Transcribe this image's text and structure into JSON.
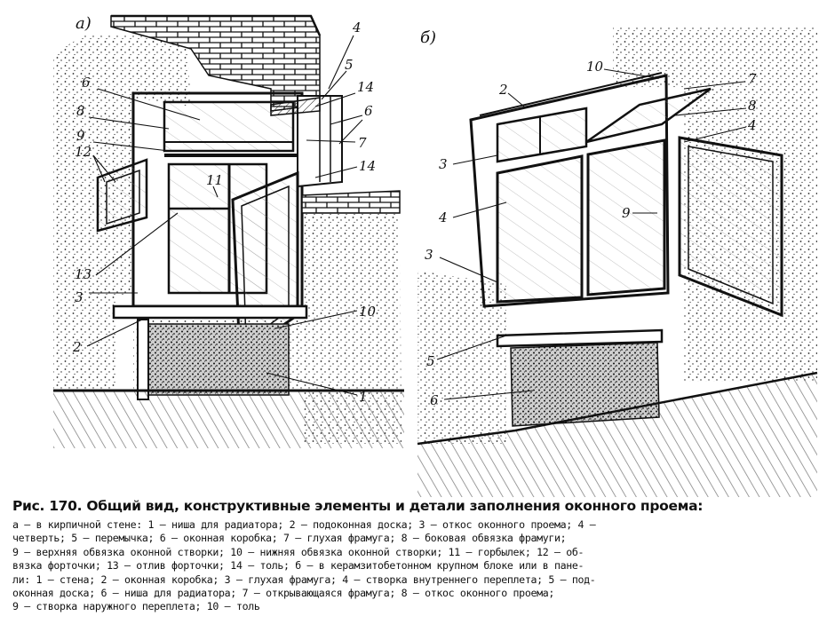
{
  "figure": {
    "panel_a": "а)",
    "panel_b": "б)",
    "labels_a": [
      "4",
      "5",
      "14",
      "6",
      "6",
      "8",
      "7",
      "9",
      "12",
      "14",
      "11",
      "13",
      "3",
      "2",
      "10",
      "1"
    ],
    "labels_b": [
      "10",
      "2",
      "7",
      "8",
      "4",
      "3",
      "9",
      "4",
      "3",
      "5",
      "6"
    ]
  },
  "caption": {
    "title": "Рис. 170. Общий вид, конструктивные элементы и детали заполнения оконного проема:",
    "lines": [
      "а — в кирпичной стене: 1 — ниша для радиатора; 2 — подоконная доска; 3 — откос оконного проема; 4 —",
      "четверть; 5 — перемычка; 6 — оконная коробка; 7 — глухая фрамуга; 8 — боковая обвязка фрамуги;",
      "9 — верхняя обвязка оконной створки; 10 — нижняя обвязка оконной створки; 11 — горбылек; 12 — об-",
      "вязка форточки; 13 — отлив форточки; 14 — толь; б — в керамзитобетонном крупном блоке или в пане-",
      "ли: 1 — стена; 2 — оконная коробка; 3 — глухая фрамуга; 4 — створка внутреннего переплета; 5 — под-",
      "оконная доска; 6 — ниша для радиатора; 7 — открывающаяся фрамуга; 8 — откос оконного проема;",
      "9 — створка наружного переплета; 10 — толь"
    ]
  }
}
